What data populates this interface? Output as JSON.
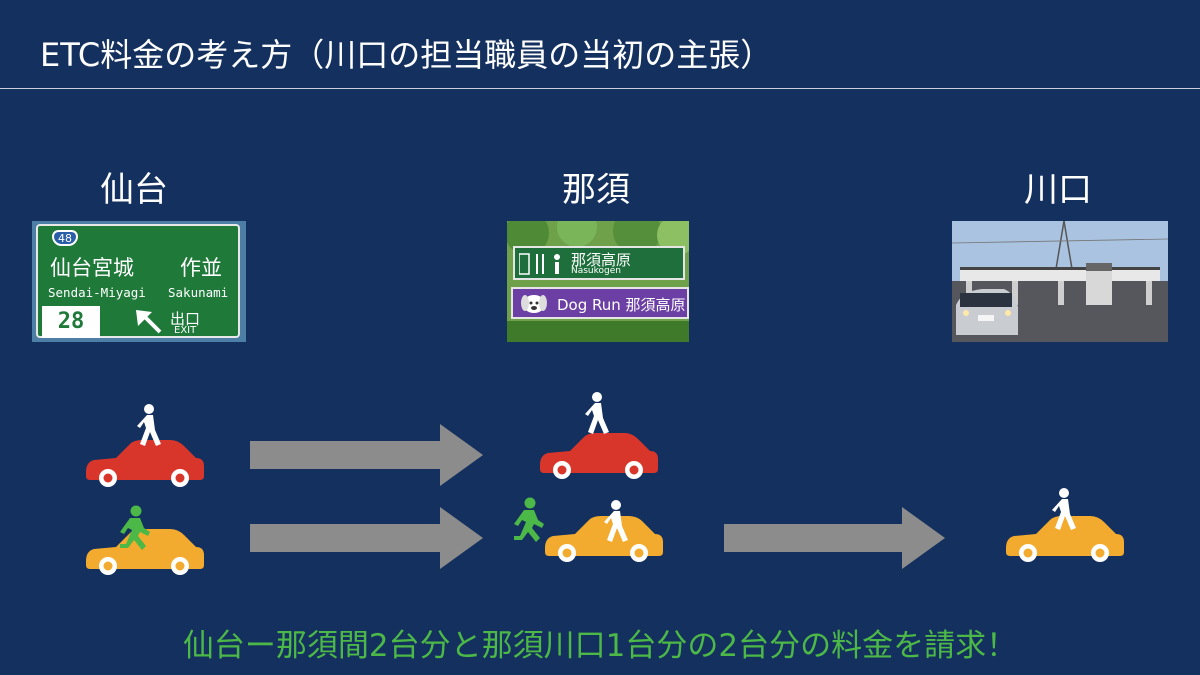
{
  "slide": {
    "title": "ETC料金の考え方（川口の担当職員の当初の主張）",
    "footer": "仙台ー那須間2台分と那須川口1台分の2台分の料金を請求！"
  },
  "places": [
    {
      "name": "仙台"
    },
    {
      "name": "那須"
    },
    {
      "name": "川口"
    }
  ],
  "sign_sendai": {
    "route": "48",
    "jp_left": "仙台宮城",
    "jp_right": "作並",
    "en_left": "Sendai-Miyagi",
    "en_right": "Sakunami",
    "exit_number": "28",
    "exit_jp": "出口",
    "exit_en": "EXIT"
  },
  "sign_nasu": {
    "jp": "那須高原",
    "en": "Nasukogen",
    "dogrun": "Dog Run 那須高原"
  },
  "colors": {
    "background": "#14305e",
    "footer_text": "#4cb847",
    "arrow": "#8c8c8c",
    "car_red": "#d9362b",
    "car_yellow": "#f2ab2e",
    "person_white": "#ffffff",
    "person_green": "#4cb847"
  },
  "icons": [
    "walking-person-icon",
    "running-person-icon",
    "car-icon",
    "right-arrow-icon",
    "dog-icon",
    "toilet-icon",
    "restaurant-icon",
    "info-icon"
  ]
}
